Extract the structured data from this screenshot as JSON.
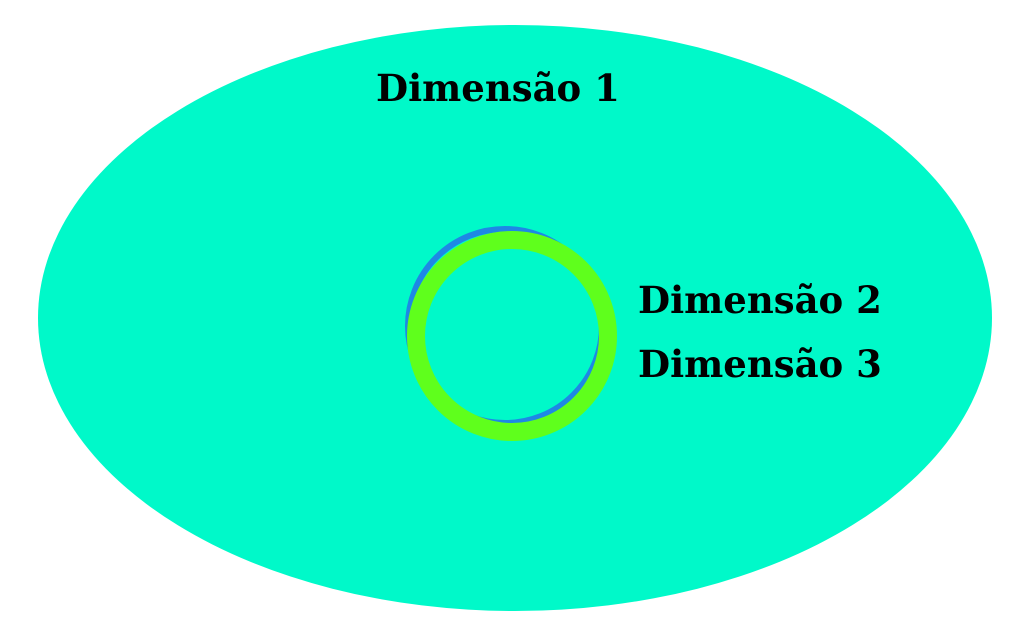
{
  "dimensions": [
    {
      "label": "Dimensão 1",
      "color": "#00F9C9"
    },
    {
      "label": "Dimensão 2",
      "color": "#1E88E5"
    },
    {
      "label": "Dimensão 3",
      "color": "#5FFF1C"
    }
  ],
  "background": "#FFFFFF"
}
